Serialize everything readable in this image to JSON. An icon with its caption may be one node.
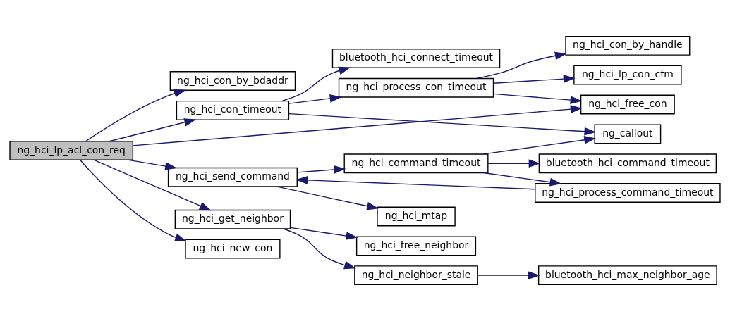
{
  "diagram": {
    "nodes": [
      {
        "text": [
          "ng_hci_lp_acl_con_req"
        ]
      },
      {
        "text": [
          "ng_hci_con_by_bdaddr"
        ]
      },
      {
        "text": [
          "ng_hci_con_timeout"
        ]
      },
      {
        "text": [
          "bluetooth_hci_connect_timeout"
        ]
      },
      {
        "text": [
          "ng_hci_process_con_timeout"
        ]
      },
      {
        "text": [
          "ng_hci_lp_con_cfm"
        ]
      },
      {
        "text": [
          "ng_hci_con_by_handle"
        ]
      },
      {
        "text": [
          "ng_hci_free_con"
        ]
      },
      {
        "text": [
          "ng_callout"
        ]
      },
      {
        "text": [
          "ng_hci_send_command"
        ]
      },
      {
        "text": [
          "ng_hci_mtap"
        ]
      },
      {
        "text": [
          "ng_hci_command_timeout"
        ]
      },
      {
        "text": [
          "bluetooth_hci_command_timeout"
        ]
      },
      {
        "text": [
          "ng_hci_process_command_timeout"
        ]
      },
      {
        "text": [
          "ng_hci_get_neighbor"
        ]
      },
      {
        "text": [
          "ng_hci_neighbor_stale"
        ]
      },
      {
        "text": [
          "bluetooth_hci_max_neighbor_age"
        ]
      },
      {
        "text": [
          "ng_hci_free_neighbor"
        ]
      },
      {
        "text": [
          "ng_hci_new_con"
        ]
      }
    ],
    "edges": [
      {
        "from": 0,
        "to": 1,
        "arrow": "to"
      },
      {
        "from": 0,
        "to": 2,
        "arrow": "to"
      },
      {
        "from": 0,
        "to": 7,
        "arrow": "to"
      },
      {
        "from": 0,
        "to": 9,
        "arrow": "to"
      },
      {
        "from": 0,
        "to": 14,
        "arrow": "to"
      },
      {
        "from": 0,
        "to": 18,
        "arrow": "to"
      },
      {
        "from": 2,
        "to": 3,
        "arrow": "to"
      },
      {
        "from": 2,
        "to": 4,
        "arrow": "to"
      },
      {
        "from": 2,
        "to": 8,
        "arrow": "to"
      },
      {
        "from": 4,
        "to": 5,
        "arrow": "to"
      },
      {
        "from": 4,
        "to": 6,
        "arrow": "to"
      },
      {
        "from": 4,
        "to": 7,
        "arrow": "to"
      },
      {
        "from": 9,
        "to": 10,
        "arrow": "to"
      },
      {
        "from": 9,
        "to": 11,
        "arrow": "to"
      },
      {
        "from": 11,
        "to": 8,
        "arrow": "to"
      },
      {
        "from": 11,
        "to": 12,
        "arrow": "to"
      },
      {
        "from": 11,
        "to": 13,
        "arrow": "to"
      },
      {
        "from": 13,
        "to": 9,
        "arrow": "to"
      },
      {
        "from": 14,
        "to": 15,
        "arrow": "to"
      },
      {
        "from": 14,
        "to": 17,
        "arrow": "to"
      },
      {
        "from": 15,
        "to": 16,
        "arrow": "to"
      }
    ]
  }
}
